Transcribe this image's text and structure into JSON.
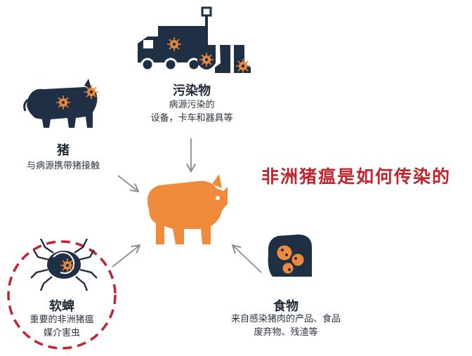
{
  "headline": "非洲猪瘟是如何传染的",
  "sources": {
    "fomites": {
      "title": "污染物",
      "desc_1": "病源污染的",
      "desc_2": "设备，卡车和器具等"
    },
    "pigs": {
      "title": "猪",
      "desc_1": "与病源携带猪接触"
    },
    "ticks": {
      "title": "软蜱",
      "desc_1": "重要的非洲猪瘟",
      "desc_2": "媒介害虫"
    },
    "food": {
      "title": "食物",
      "desc_1": "来自感染猪肉的产品、食品",
      "desc_2": "废弃物、残渣等"
    }
  },
  "colors": {
    "navy": "#1f2f44",
    "orange": "#ef8a3c",
    "red": "#c0262d",
    "arrow": "#8a8f95",
    "virus": "#e7873a"
  }
}
